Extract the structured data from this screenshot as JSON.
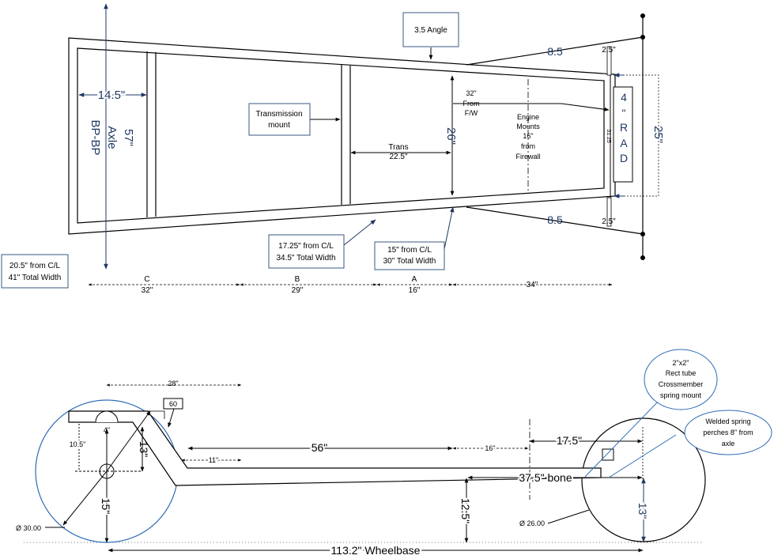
{
  "top_view": {
    "angle_label": "3.5 Angle",
    "axle_width_line1": "57\"",
    "axle_width_line2": "Axle",
    "axle_width_line3": "BP-BP",
    "rear_section_width": "14.5\"",
    "transmission_mount": [
      "Transmission",
      "mount"
    ],
    "trans_label": [
      "Trans",
      "22.5\""
    ],
    "engine_bay_width": "26\"",
    "firewall_offset": [
      "32\"",
      "From",
      "F/W"
    ],
    "engine_mounts": [
      "Engine",
      "Mounts",
      "16\"",
      "from",
      "Firewall"
    ],
    "front_upper_len": "8.5",
    "front_lower_len": "8.5",
    "tab_upper": "2.5\"",
    "tab_lower": "2.5\"",
    "small_dim": "31.25",
    "rad_label": [
      "4",
      "\"",
      "R",
      "A",
      "D"
    ],
    "front_width": "25\"",
    "width_rear": [
      "20.5\" from C/L",
      "41\" Total Width"
    ],
    "width_mid": [
      "17.25\" from C/L",
      "34.5\" Total Width"
    ],
    "width_front": [
      "15\" from C/L",
      "30\" Total Width"
    ],
    "sections": [
      {
        "letter": "C",
        "length": "32\""
      },
      {
        "letter": "B",
        "length": "29\""
      },
      {
        "letter": "A",
        "length": "16\""
      },
      {
        "letter": "",
        "length": "34\""
      }
    ]
  },
  "side_view": {
    "dim_28": "28\"",
    "angle_60": "60",
    "dim_4": "4\"",
    "dim_10_5": "10.5\"",
    "dim_13_rear": "13\"",
    "dim_15": "15\"",
    "dim_11": "11\"",
    "dim_56": "56\"",
    "dim_16": "16\"",
    "dim_17_5": "17.5\"",
    "bone": "37.5\" bone",
    "dim_12_5": "12.5\"",
    "dim_13_front": "13\"",
    "rear_wheel_dia": "Ø 30.00",
    "front_wheel_dia": "Ø 26.00",
    "wheelbase": "113.2\" Wheelbase",
    "crossmember_note": [
      "2\"x2\"",
      "Rect tube",
      "Crossmember",
      "spring mount"
    ],
    "spring_note": [
      "Welded spring",
      "perches 8\" from",
      "axle"
    ]
  },
  "colors": {
    "line": "#000000",
    "dim_blue": "#1F3864",
    "circle_blue": "#2E6DB4",
    "note_box_border": "#3a5a80"
  }
}
